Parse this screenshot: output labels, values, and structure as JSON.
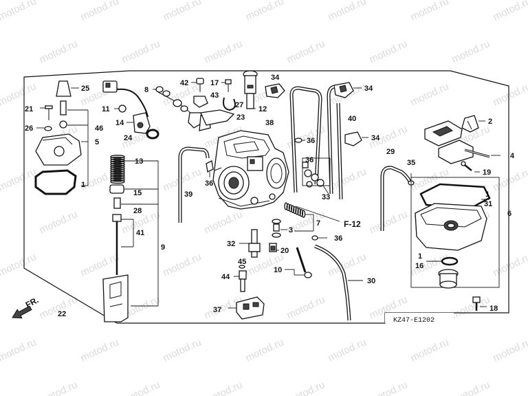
{
  "diagram": {
    "code": "KZ47-E1202",
    "front_label": "FR.",
    "watermark": "motod.ru",
    "ref_label": "F-12"
  },
  "callouts": {
    "c1_left": "1",
    "c1_right_top": "1",
    "c1_right_mid": "1",
    "c2": "2",
    "c3": "3",
    "c4": "4",
    "c5": "5",
    "c6": "6",
    "c7": "7",
    "c8": "8",
    "c9": "9",
    "c10": "10",
    "c11": "11",
    "c12": "12",
    "c13": "13",
    "c14": "14",
    "c15": "15",
    "c16": "16",
    "c17": "17",
    "c18": "18",
    "c19": "19",
    "c20": "20",
    "c21": "21",
    "c22": "22",
    "c23": "23",
    "c24": "24",
    "c25": "25",
    "c26": "26",
    "c27": "27",
    "c28": "28",
    "c29": "29",
    "c30": "30",
    "c31": "31",
    "c32": "32",
    "c33": "33",
    "c34_a": "34",
    "c34_b": "34",
    "c34_c": "34",
    "c35": "35",
    "c36_a": "36",
    "c36_b": "36",
    "c36_c": "36",
    "c36_d": "36",
    "c37": "37",
    "c38": "38",
    "c39": "39",
    "c40": "40",
    "c41": "41",
    "c42": "42",
    "c43": "43",
    "c44": "44",
    "c45": "45",
    "c46": "46"
  }
}
